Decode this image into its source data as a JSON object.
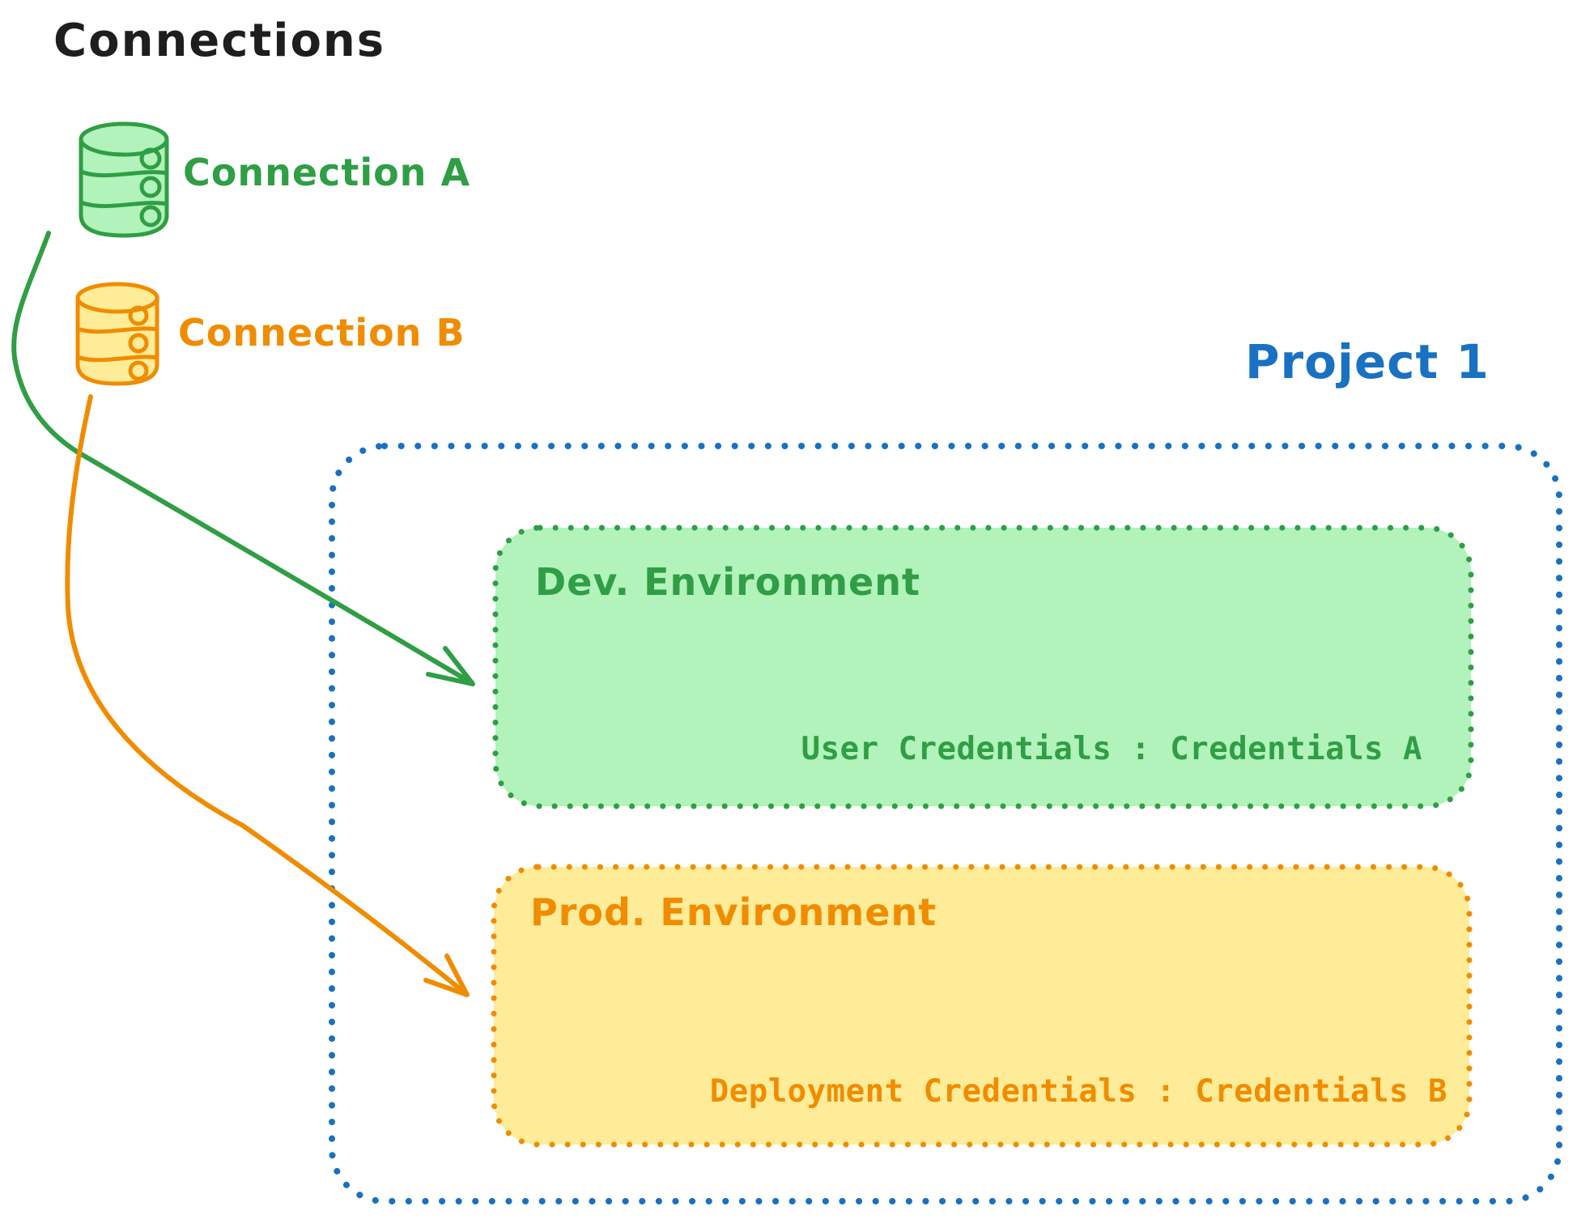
{
  "title": {
    "text": "Connections",
    "color": "#1e1e1e"
  },
  "connections": [
    {
      "label": "Connection A",
      "icon": "database-cylinder-icon",
      "stroke": "#2f9e44",
      "fill": "#b2f2bb"
    },
    {
      "label": "Connection B",
      "icon": "database-cylinder-icon",
      "stroke": "#f08c00",
      "fill": "#ffec99"
    }
  ],
  "project": {
    "label": "Project 1",
    "color": "#1971c2",
    "border_style": "dotted",
    "environments": [
      {
        "name": "Dev. Environment",
        "credentials": "User Credentials : Credentials A",
        "stroke": "#2f9e44",
        "fill": "#b2f2bb",
        "border_style": "dotted"
      },
      {
        "name": "Prod. Environment",
        "credentials": "Deployment Credentials : Credentials B",
        "stroke": "#f08c00",
        "fill": "#ffec99",
        "border_style": "dotted"
      }
    ]
  },
  "arrows": [
    {
      "from": "Connection A",
      "to": "Dev. Environment",
      "color": "#2f9e44"
    },
    {
      "from": "Connection B",
      "to": "Prod. Environment",
      "color": "#f08c00"
    }
  ]
}
